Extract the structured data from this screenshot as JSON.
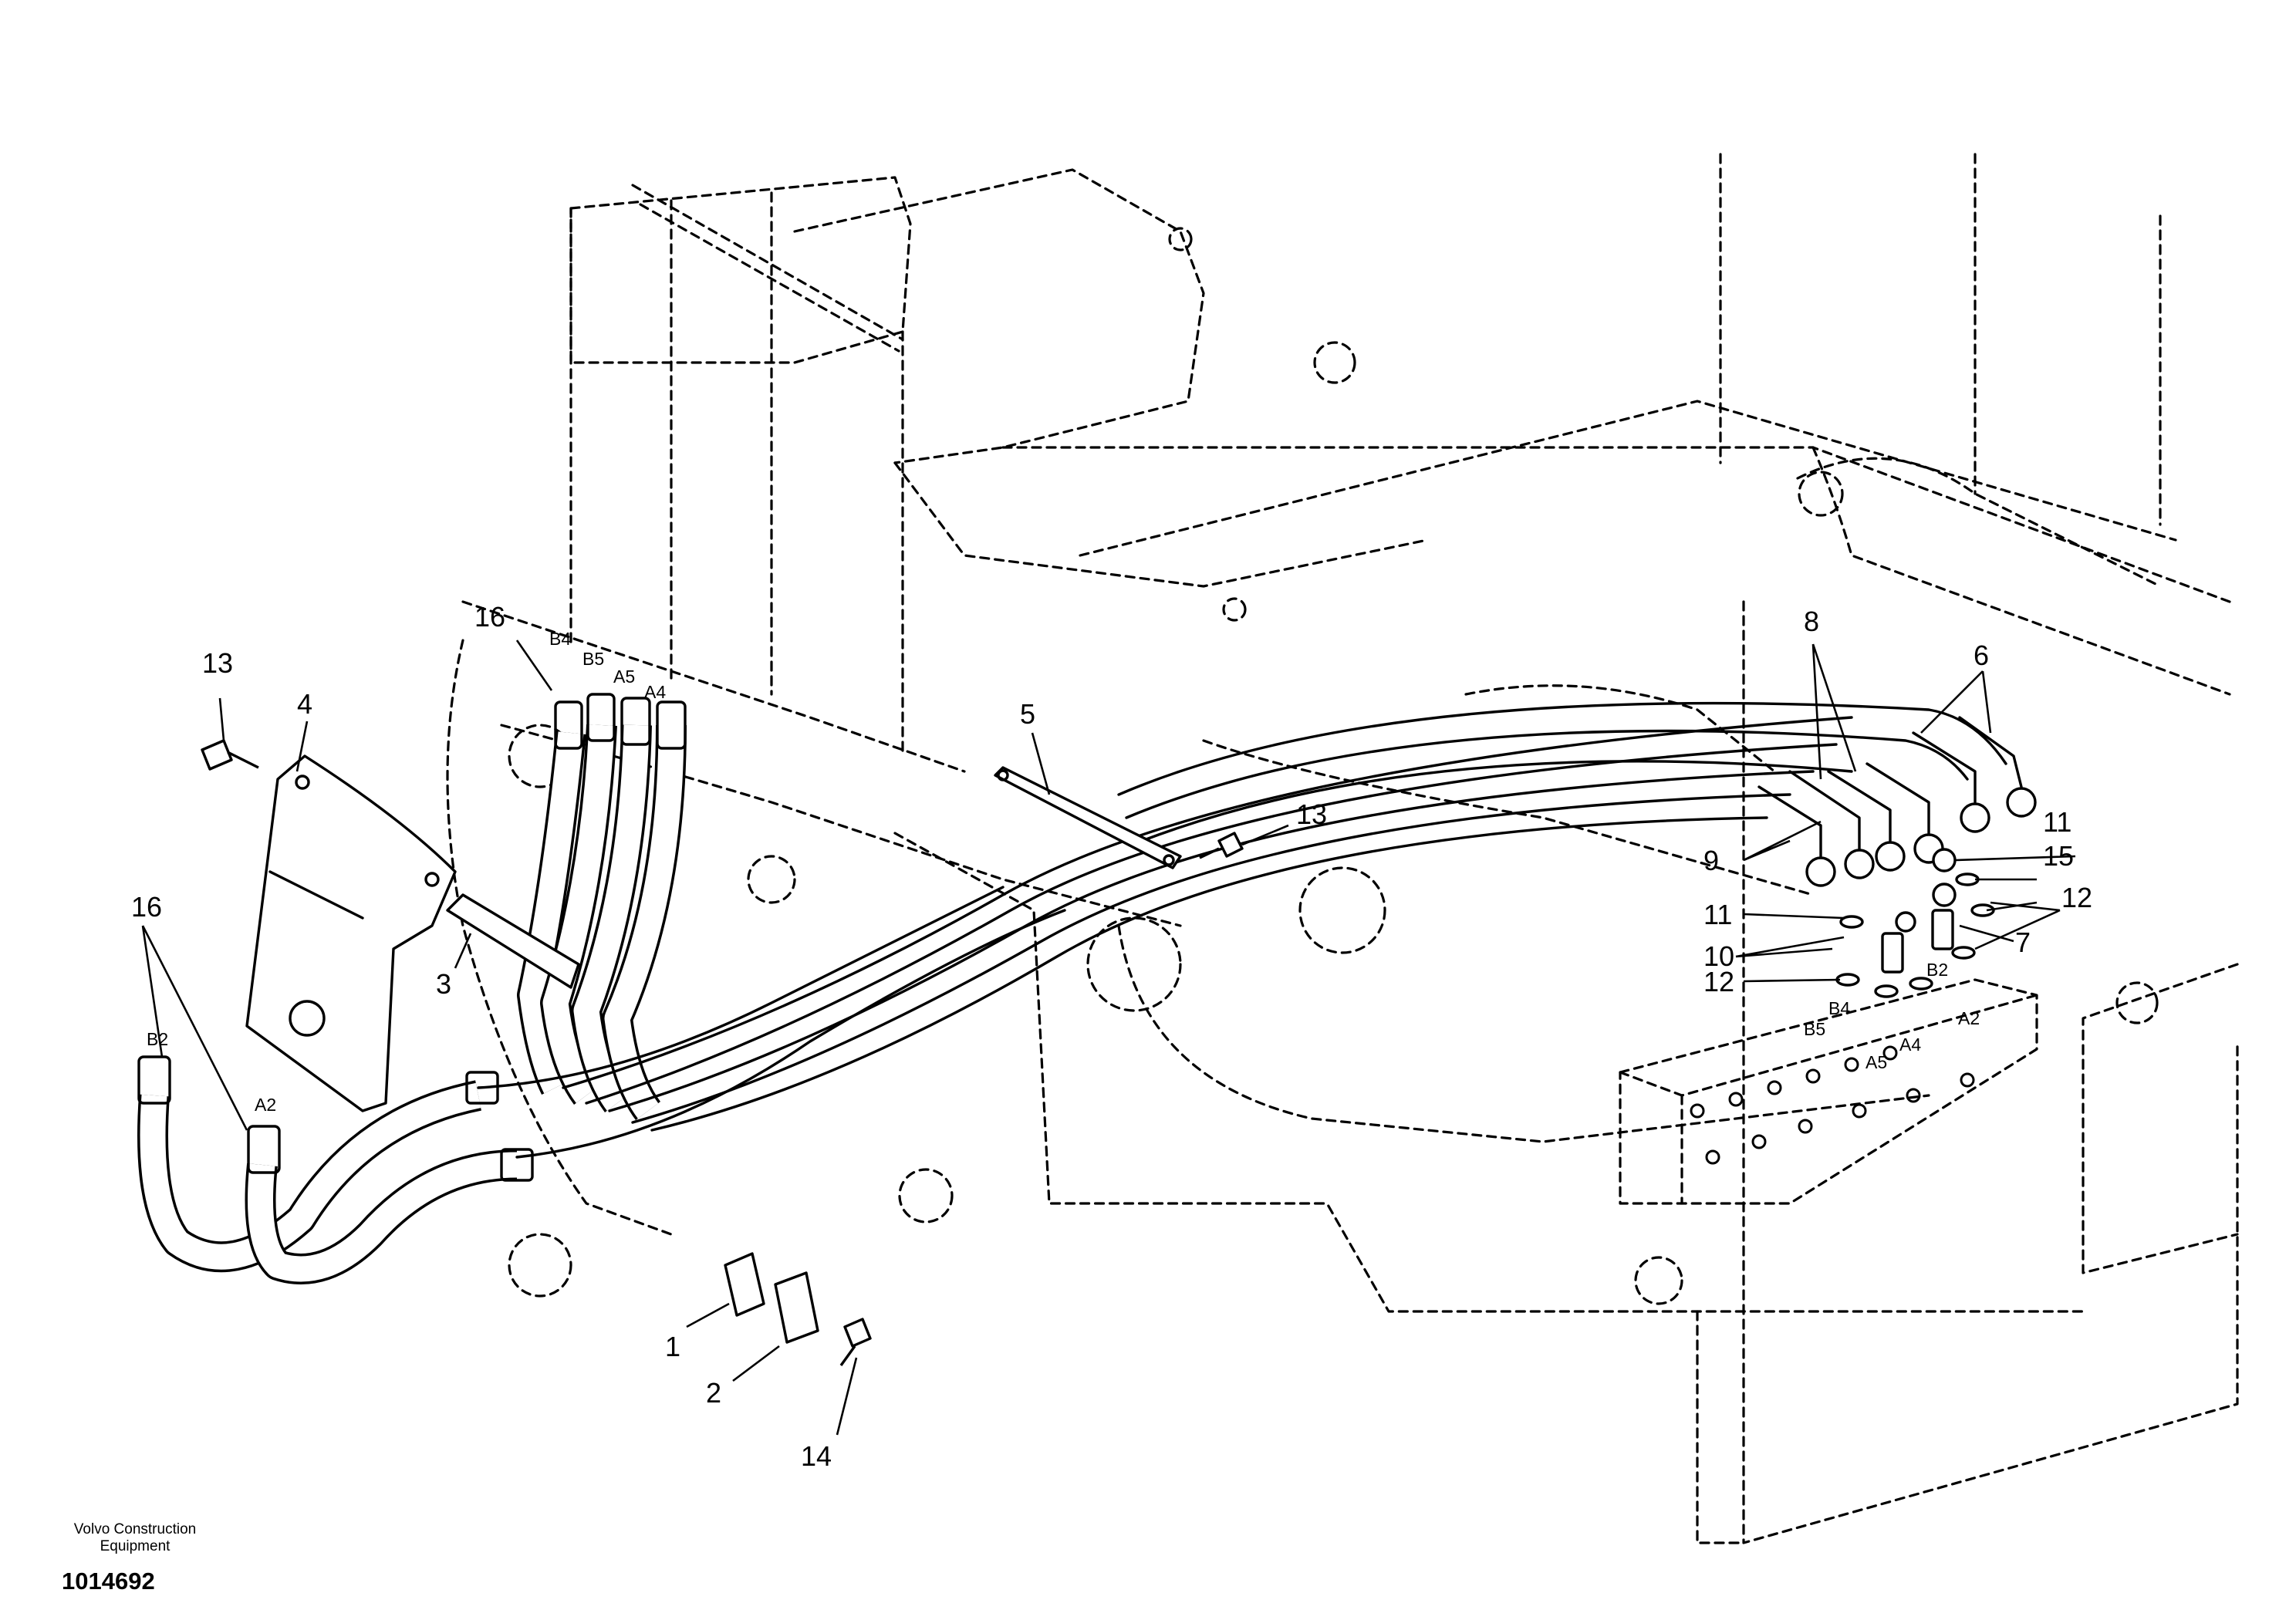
{
  "diagram": {
    "callouts": [
      {
        "id": "c1",
        "text": "1"
      },
      {
        "id": "c2",
        "text": "2"
      },
      {
        "id": "c3",
        "text": "3"
      },
      {
        "id": "c4",
        "text": "4"
      },
      {
        "id": "c5",
        "text": "5"
      },
      {
        "id": "c6",
        "text": "6"
      },
      {
        "id": "c7",
        "text": "7"
      },
      {
        "id": "c8",
        "text": "8"
      },
      {
        "id": "c9",
        "text": "9"
      },
      {
        "id": "c10",
        "text": "10"
      },
      {
        "id": "c11a",
        "text": "11"
      },
      {
        "id": "c11b",
        "text": "11"
      },
      {
        "id": "c12a",
        "text": "12"
      },
      {
        "id": "c12b",
        "text": "12"
      },
      {
        "id": "c13a",
        "text": "13"
      },
      {
        "id": "c13b",
        "text": "13"
      },
      {
        "id": "c14",
        "text": "14"
      },
      {
        "id": "c15",
        "text": "15"
      },
      {
        "id": "c16a",
        "text": "16"
      },
      {
        "id": "c16b",
        "text": "16"
      }
    ],
    "ports": [
      {
        "id": "p_b4",
        "text": "B4"
      },
      {
        "id": "p_b5",
        "text": "B5"
      },
      {
        "id": "p_a5",
        "text": "A5"
      },
      {
        "id": "p_a4",
        "text": "A4"
      },
      {
        "id": "p_b2",
        "text": "B2"
      },
      {
        "id": "p_a2",
        "text": "A2"
      },
      {
        "id": "v_b2",
        "text": "B2"
      },
      {
        "id": "v_b4",
        "text": "B4"
      },
      {
        "id": "v_a2",
        "text": "A2"
      },
      {
        "id": "v_b5",
        "text": "B5"
      },
      {
        "id": "v_a4",
        "text": "A4"
      },
      {
        "id": "v_a5",
        "text": "A5"
      }
    ]
  },
  "footer": {
    "manufacturer_line1": "Volvo Construction",
    "manufacturer_line2": "Equipment",
    "drawing_number": "1014692"
  }
}
